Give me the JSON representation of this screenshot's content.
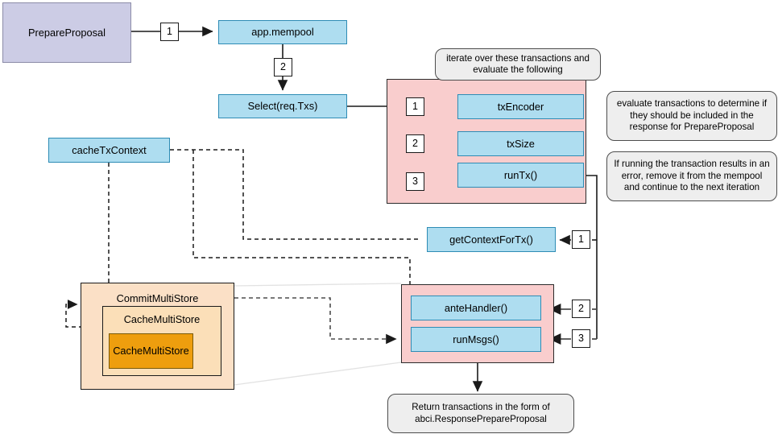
{
  "diagram": {
    "title_nodes": {
      "prepare_proposal": "PrepareProposal",
      "app_mempool": "app.mempool",
      "select_req_txs": "Select(req.Txs)",
      "tx_encoder": "txEncoder",
      "tx_size": "txSize",
      "run_tx": "runTx()",
      "cache_tx_context": "cacheTxContext",
      "get_context_for_tx": "getContextForTx()",
      "ante_handler": "anteHandler()",
      "run_msgs": "runMsgs()",
      "commit_multi_store": "CommitMultiStore",
      "cache_multi_store_outer": "CacheMultiStore",
      "cache_multi_store_inner": "CacheMultiStore"
    },
    "notes": {
      "iterate": "iterate over these transactions and evaluate the following",
      "evaluate": "evaluate transactions to determine if they should be included in the response for PrepareProposal",
      "error": "If running the transaction results in an error, remove it from the mempool and continue to the next iteration",
      "return": "Return transactions in the form of abci.ResponsePrepareProposal"
    },
    "step_labels": {
      "s1_mempool": "1",
      "s2_select": "2",
      "s1_txencoder": "1",
      "s2_txsize": "2",
      "s3_runtx": "3",
      "s1_getcontext": "1",
      "s2_antehandler": "2",
      "s3_runmsgs": "3"
    },
    "colors": {
      "blue_fill": "#AEDDF0",
      "blue_stroke": "#2E8CB5",
      "purple_fill": "#CCCCE5",
      "purple_stroke": "#8C8CA8",
      "pink_fill": "#F9CDCD",
      "peach_fill": "#FBE0C6",
      "orange_fill": "#EE9E0E",
      "note_fill": "#EEEEEE",
      "edge": "#4d4d4d"
    }
  }
}
